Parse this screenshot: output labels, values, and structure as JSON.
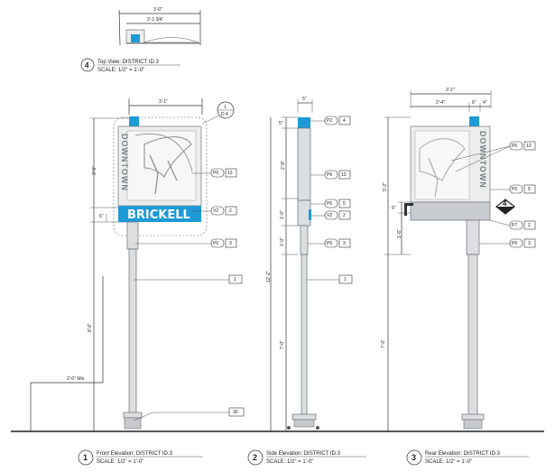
{
  "views": {
    "top": {
      "number": "4",
      "title": "Top View: DISTRICT ID.3",
      "scale": "SCALE: 1/2\" = 1'-0\""
    },
    "front": {
      "number": "1",
      "title": "Front Elevation: DISTRICT ID.3",
      "scale": "SCALE: 1/2\" = 1'-0\""
    },
    "side": {
      "number": "2",
      "title": "Side Elevation: DISTRICT ID.3",
      "scale": "SCALE: 1/2\" = 1'-0\""
    },
    "rear": {
      "number": "3",
      "title": "Rear Elevation: DISTRICT ID.3",
      "scale": "SCALE: 1/2\" = 1'-0\""
    }
  },
  "sign": {
    "name": "BRICKELL",
    "vertical_text": "DOWNTOWN"
  },
  "dimensions": {
    "top_overall": "3'-0\"",
    "top_inner": "3'-1 3/4\"",
    "front_width": "3'-1\"",
    "front_panel": "3'-9\"",
    "front_bar": "6\"",
    "front_post": "8'-6\"",
    "front_min": "2'-0\" Min",
    "side_width": "5\"",
    "side_top": "5\"",
    "side_mid": "2'-9\"",
    "side_band": "1'-0\"",
    "side_lower": "1'-0\"",
    "side_post": "7'-0\"",
    "side_total": "12'-2\"",
    "rear_width": "3'-1\"",
    "rear_left": "2'-4\"",
    "rear_mid": "6\"",
    "rear_right": "4\"",
    "rear_upper": "5'-2\"",
    "rear_band": "6\"",
    "rear_lower": "1'-6\"",
    "rear_post": "7'-0\""
  },
  "callouts": {
    "detail": {
      "num": "1",
      "sheet": "D.4"
    },
    "front": [
      {
        "code": "P6",
        "num": "13"
      },
      {
        "code": "V2",
        "num": "2"
      },
      {
        "code": "P6",
        "num": "3"
      },
      {
        "num": "1"
      },
      {
        "num": "30"
      }
    ],
    "side": [
      {
        "code": "P2",
        "num": "4"
      },
      {
        "code": "P6",
        "num": "13"
      },
      {
        "code": "P6",
        "num": "5"
      },
      {
        "code": "V2",
        "num": "2"
      },
      {
        "code": "P6",
        "num": "3"
      },
      {
        "num": "1"
      }
    ],
    "rear": [
      {
        "code": "P6",
        "num": "13"
      },
      {
        "code": "P6",
        "num": "5"
      },
      {
        "code": "P7",
        "num": "2"
      },
      {
        "code": "P6",
        "num": "3"
      }
    ],
    "section_marker": "4"
  },
  "colors": {
    "accent": "#1e9ad6",
    "line": "#333333",
    "post": "#dcdee0"
  }
}
